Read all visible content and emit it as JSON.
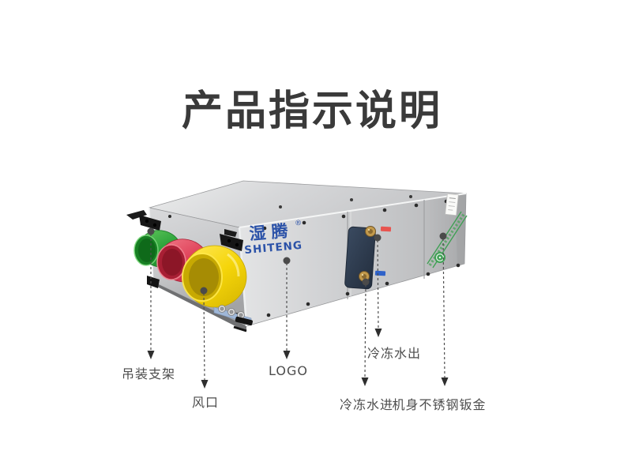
{
  "page": {
    "title": "产品指示说明"
  },
  "product": {
    "brand": {
      "cn": "湿腾",
      "reg": "®",
      "en": "SHITENG",
      "color": "#2b52a8"
    },
    "colors": {
      "duct_green": "#2ca33a",
      "duct_red": "#e0425a",
      "duct_yellow": "#f5d50a",
      "body_metal": "#cdced0",
      "panel_navy": "#2d3a4c",
      "fitting_brass": "#c39a4c",
      "stripe_green": "#3fa054",
      "tag_out_red": "#e8544f",
      "tag_in_blue": "#2f62c9"
    }
  },
  "callouts": [
    {
      "id": "hanging-bracket",
      "label": "吊装支架"
    },
    {
      "id": "air-outlet",
      "label": "风口"
    },
    {
      "id": "logo",
      "label": "LOGO"
    },
    {
      "id": "chilled-water-out",
      "label": "冷冻水出"
    },
    {
      "id": "chilled-water-in",
      "label": "冷冻水进"
    },
    {
      "id": "stainless-body",
      "label": "机身不锈钢钣金"
    }
  ]
}
